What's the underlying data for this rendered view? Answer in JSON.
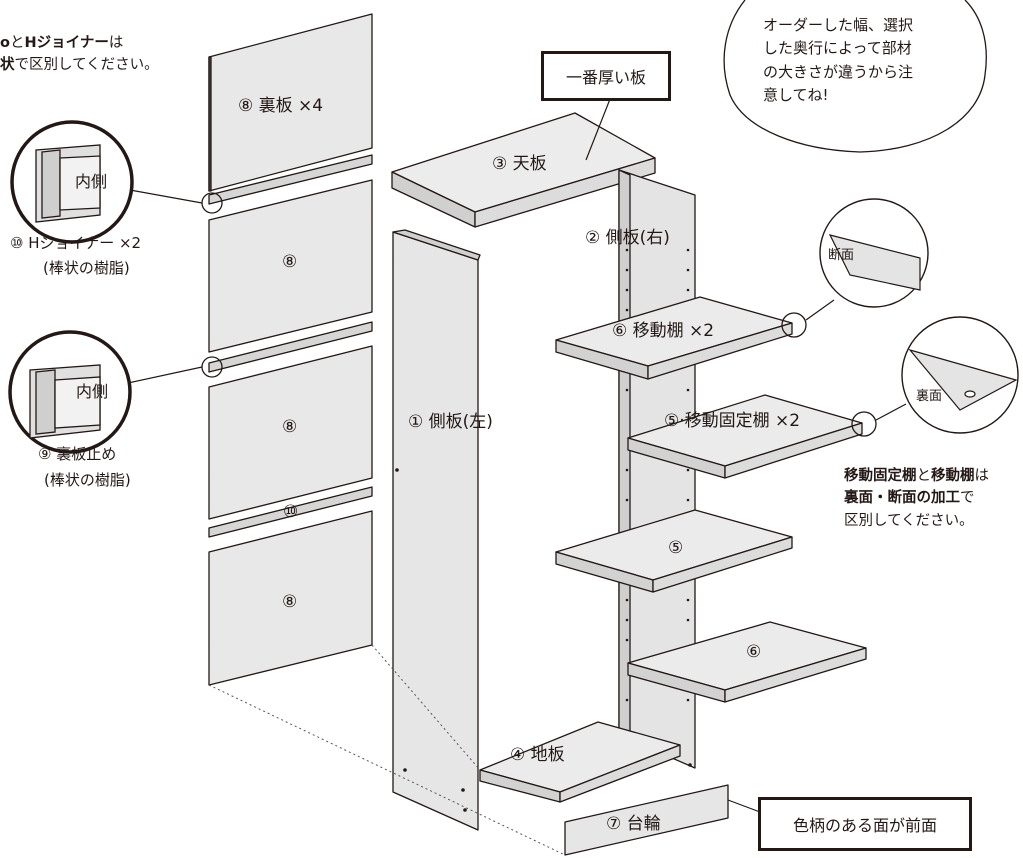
{
  "bubble": {
    "line1": "オーダーした幅、選択",
    "line2": "した奥行によって部材",
    "line3": "の大きさが違うから注",
    "line4": "意してね!"
  },
  "top_left_note": {
    "line1_a": "と",
    "line1_b": "Hジョイナー",
    "line1_c": "は",
    "line2_a": "状",
    "line2_b": "で区別してください。"
  },
  "callouts": {
    "thickest": "一番厚い板",
    "front": "色柄のある面が前面"
  },
  "parts": {
    "back_panel": "⑧ 裏板 ×4",
    "back_8a": "⑧",
    "back_8b": "⑧",
    "back_8c": "⑧",
    "top": "③ 天板",
    "right_side": "② 側板(右)",
    "left_side": "① 側板(左)",
    "movable_shelf": "⑥ 移動棚 ×2",
    "fixed_shelf": "⑤·移動固定棚 ×2",
    "shelf5": "⑤",
    "shelf6": "⑥",
    "bottom": "④ 地板",
    "base": "⑦ 台輪",
    "joiner_mark": "⑩"
  },
  "joiner": {
    "inner": "内側",
    "name": "⑩ Hジョイナー ×2",
    "material": "(棒状の樹脂)"
  },
  "stopper": {
    "inner": "内側",
    "name": "⑨ 裏板止め",
    "material": "(棒状の樹脂)"
  },
  "detail": {
    "section": "断面",
    "back": "裏面"
  },
  "right_note": {
    "line1_a": "移動固定棚",
    "line1_b": "と",
    "line1_c": "移動棚",
    "line1_d": "は",
    "line2_a": "裏面・断面の加工",
    "line2_b": "で",
    "line3": "区別してください。"
  }
}
